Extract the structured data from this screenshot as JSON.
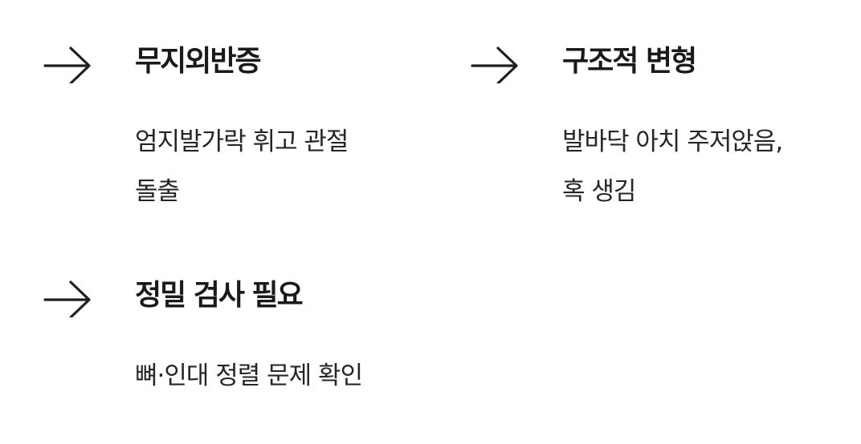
{
  "items": [
    {
      "icon": "arrow-right-icon",
      "title": "무지외반증",
      "description_lines": [
        "엄지발가락 휘고 관절",
        "돌출"
      ]
    },
    {
      "icon": "arrow-right-icon",
      "title": "구조적 변형",
      "description_lines": [
        "발바닥 아치 주저앉음,",
        "혹 생김"
      ]
    },
    {
      "icon": "arrow-right-icon",
      "title": "정밀 검사 필요",
      "description_lines": [
        "뼈·인대 정렬 문제 확인"
      ]
    }
  ],
  "colors": {
    "text": "#1f1f1f",
    "background": "#ffffff"
  }
}
